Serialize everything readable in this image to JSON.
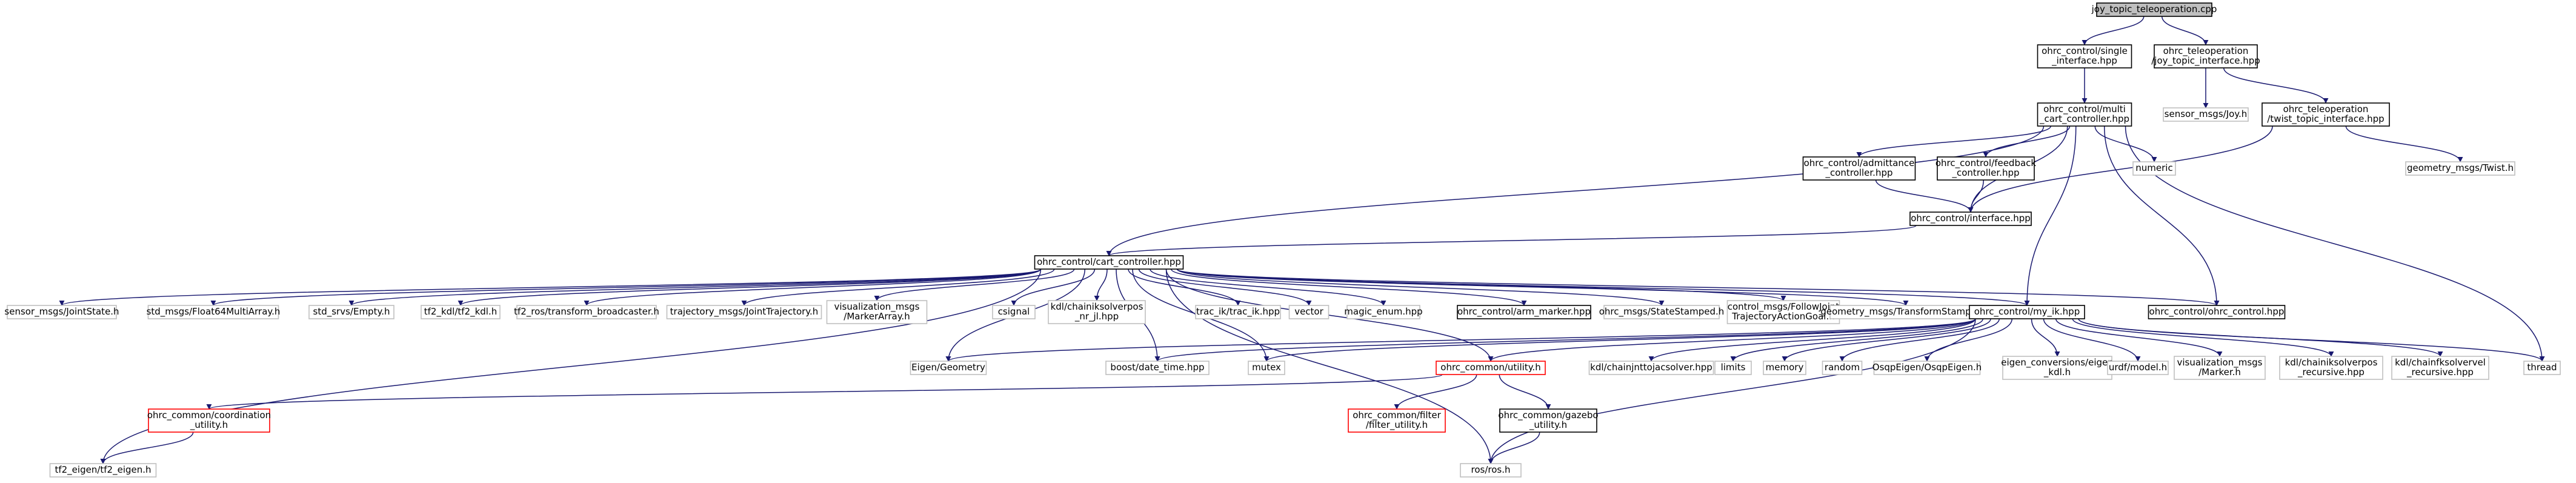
{
  "style": {
    "edge_color": "#191970",
    "root_fill": "#bfbfbf",
    "documented_border": "#000000",
    "undocumented_border": "#bfbfbf",
    "red_border": "#ff0000"
  },
  "nodes": [
    {
      "id": "root",
      "lines": [
        "joy_topic_teleoperation.cpp"
      ],
      "kind": "root"
    },
    {
      "id": "single",
      "lines": [
        "ohrc_control/single",
        "_interface.hpp"
      ],
      "kind": "doc"
    },
    {
      "id": "joyti",
      "lines": [
        "ohrc_teleoperation",
        "/joy_topic_interface.hpp"
      ],
      "kind": "doc"
    },
    {
      "id": "sensjoy",
      "lines": [
        "sensor_msgs/Joy.h"
      ],
      "kind": "ext"
    },
    {
      "id": "twistti",
      "lines": [
        "ohrc_teleoperation",
        "/twist_topic_interface.hpp"
      ],
      "kind": "doc"
    },
    {
      "id": "multi",
      "lines": [
        "ohrc_control/multi",
        "_cart_controller.hpp"
      ],
      "kind": "doc"
    },
    {
      "id": "geotwist",
      "lines": [
        "geometry_msgs/Twist.h"
      ],
      "kind": "ext"
    },
    {
      "id": "numeric",
      "lines": [
        "numeric"
      ],
      "kind": "ext"
    },
    {
      "id": "admit",
      "lines": [
        "ohrc_control/admittance",
        "_controller.hpp"
      ],
      "kind": "doc"
    },
    {
      "id": "feedb",
      "lines": [
        "ohrc_control/feedback",
        "_controller.hpp"
      ],
      "kind": "doc"
    },
    {
      "id": "iface",
      "lines": [
        "ohrc_control/interface.hpp"
      ],
      "kind": "doc"
    },
    {
      "id": "cart",
      "lines": [
        "ohrc_control/cart_controller.hpp"
      ],
      "kind": "doc"
    },
    {
      "id": "jointstate",
      "lines": [
        "sensor_msgs/JointState.h"
      ],
      "kind": "ext"
    },
    {
      "id": "f64",
      "lines": [
        "std_msgs/Float64MultiArray.h"
      ],
      "kind": "ext"
    },
    {
      "id": "empty",
      "lines": [
        "std_srvs/Empty.h"
      ],
      "kind": "ext"
    },
    {
      "id": "tf2kdl",
      "lines": [
        "tf2_kdl/tf2_kdl.h"
      ],
      "kind": "ext"
    },
    {
      "id": "tfbc",
      "lines": [
        "tf2_ros/transform_broadcaster.h"
      ],
      "kind": "ext"
    },
    {
      "id": "traj",
      "lines": [
        "trajectory_msgs/JointTrajectory.h"
      ],
      "kind": "ext"
    },
    {
      "id": "vismarkarr",
      "lines": [
        "visualization_msgs",
        "/MarkerArray.h"
      ],
      "kind": "ext"
    },
    {
      "id": "csignal",
      "lines": [
        "csignal"
      ],
      "kind": "ext"
    },
    {
      "id": "kdlnrjl",
      "lines": [
        "kdl/chainiksolverpos",
        "_nr_jl.hpp"
      ],
      "kind": "ext"
    },
    {
      "id": "tracik",
      "lines": [
        "trac_ik/trac_ik.hpp"
      ],
      "kind": "ext"
    },
    {
      "id": "vector",
      "lines": [
        "vector"
      ],
      "kind": "ext"
    },
    {
      "id": "magicenum",
      "lines": [
        "magic_enum.hpp"
      ],
      "kind": "ext"
    },
    {
      "id": "armmarker",
      "lines": [
        "ohrc_control/arm_marker.hpp"
      ],
      "kind": "doc"
    },
    {
      "id": "statestamped",
      "lines": [
        "ohrc_msgs/StateStamped.h"
      ],
      "kind": "ext"
    },
    {
      "id": "followjt",
      "lines": [
        "control_msgs/FollowJoint",
        "TrajectoryActionGoal.h"
      ],
      "kind": "ext"
    },
    {
      "id": "tfstamped",
      "lines": [
        "geometry_msgs/TransformStamped.h"
      ],
      "kind": "ext"
    },
    {
      "id": "myik",
      "lines": [
        "ohrc_control/my_ik.hpp"
      ],
      "kind": "doc"
    },
    {
      "id": "ohrcctl",
      "lines": [
        "ohrc_control/ohrc_control.hpp"
      ],
      "kind": "doc"
    },
    {
      "id": "eigengeo",
      "lines": [
        "Eigen/Geometry"
      ],
      "kind": "ext"
    },
    {
      "id": "boostdt",
      "lines": [
        "boost/date_time.hpp"
      ],
      "kind": "ext"
    },
    {
      "id": "mutex",
      "lines": [
        "mutex"
      ],
      "kind": "ext"
    },
    {
      "id": "utility",
      "lines": [
        "ohrc_common/utility.h"
      ],
      "kind": "red"
    },
    {
      "id": "kdljac",
      "lines": [
        "kdl/chainjnttojacsolver.hpp"
      ],
      "kind": "ext"
    },
    {
      "id": "limits",
      "lines": [
        "limits"
      ],
      "kind": "ext"
    },
    {
      "id": "memory",
      "lines": [
        "memory"
      ],
      "kind": "ext"
    },
    {
      "id": "random",
      "lines": [
        "random"
      ],
      "kind": "ext"
    },
    {
      "id": "osqp",
      "lines": [
        "OsqpEigen/OsqpEigen.h"
      ],
      "kind": "ext"
    },
    {
      "id": "eigenkdl",
      "lines": [
        "eigen_conversions/eigen",
        "_kdl.h"
      ],
      "kind": "ext"
    },
    {
      "id": "urdf",
      "lines": [
        "urdf/model.h"
      ],
      "kind": "ext"
    },
    {
      "id": "vismarker",
      "lines": [
        "visualization_msgs",
        "/Marker.h"
      ],
      "kind": "ext"
    },
    {
      "id": "kdlposrec",
      "lines": [
        "kdl/chainiksolverpos",
        "_recursive.hpp"
      ],
      "kind": "ext"
    },
    {
      "id": "kdlvelrec",
      "lines": [
        "kdl/chainfksolvervel",
        "_recursive.hpp"
      ],
      "kind": "ext"
    },
    {
      "id": "thread",
      "lines": [
        "thread"
      ],
      "kind": "ext"
    },
    {
      "id": "coord",
      "lines": [
        "ohrc_common/coordination",
        "_utility.h"
      ],
      "kind": "red"
    },
    {
      "id": "filter",
      "lines": [
        "ohrc_common/filter",
        "/filter_utility.h"
      ],
      "kind": "red"
    },
    {
      "id": "gazebo",
      "lines": [
        "ohrc_common/gazebo",
        "_utility.h"
      ],
      "kind": "doc"
    },
    {
      "id": "tf2eigen",
      "lines": [
        "tf2_eigen/tf2_eigen.h"
      ],
      "kind": "ext"
    },
    {
      "id": "rosros",
      "lines": [
        "ros/ros.h"
      ],
      "kind": "ext"
    }
  ],
  "edges": [
    [
      "root",
      "single"
    ],
    [
      "root",
      "joyti"
    ],
    [
      "single",
      "multi"
    ],
    [
      "joyti",
      "sensjoy"
    ],
    [
      "joyti",
      "twistti"
    ],
    [
      "twistti",
      "geotwist"
    ],
    [
      "twistti",
      "iface"
    ],
    [
      "multi",
      "numeric"
    ],
    [
      "multi",
      "admit"
    ],
    [
      "multi",
      "feedb"
    ],
    [
      "multi",
      "iface"
    ],
    [
      "multi",
      "cart"
    ],
    [
      "multi",
      "myik"
    ],
    [
      "multi",
      "ohrcctl"
    ],
    [
      "multi",
      "thread"
    ],
    [
      "admit",
      "iface"
    ],
    [
      "feedb",
      "iface"
    ],
    [
      "iface",
      "cart"
    ],
    [
      "cart",
      "jointstate"
    ],
    [
      "cart",
      "f64"
    ],
    [
      "cart",
      "empty"
    ],
    [
      "cart",
      "tf2kdl"
    ],
    [
      "cart",
      "tfbc"
    ],
    [
      "cart",
      "traj"
    ],
    [
      "cart",
      "vismarkarr"
    ],
    [
      "cart",
      "csignal"
    ],
    [
      "cart",
      "kdlnrjl"
    ],
    [
      "cart",
      "tracik"
    ],
    [
      "cart",
      "vector"
    ],
    [
      "cart",
      "magicenum"
    ],
    [
      "cart",
      "armmarker"
    ],
    [
      "cart",
      "statestamped"
    ],
    [
      "cart",
      "followjt"
    ],
    [
      "cart",
      "tfstamped"
    ],
    [
      "cart",
      "myik"
    ],
    [
      "cart",
      "ohrcctl"
    ],
    [
      "cart",
      "eigengeo"
    ],
    [
      "cart",
      "boostdt"
    ],
    [
      "cart",
      "mutex"
    ],
    [
      "cart",
      "utility"
    ],
    [
      "cart",
      "tf2eigen"
    ],
    [
      "cart",
      "rosros"
    ],
    [
      "myik",
      "eigengeo"
    ],
    [
      "myik",
      "boostdt"
    ],
    [
      "myik",
      "mutex"
    ],
    [
      "myik",
      "utility"
    ],
    [
      "myik",
      "kdljac"
    ],
    [
      "myik",
      "limits"
    ],
    [
      "myik",
      "memory"
    ],
    [
      "myik",
      "random"
    ],
    [
      "myik",
      "osqp"
    ],
    [
      "myik",
      "eigenkdl"
    ],
    [
      "myik",
      "urdf"
    ],
    [
      "myik",
      "vismarker"
    ],
    [
      "myik",
      "kdlposrec"
    ],
    [
      "myik",
      "kdlvelrec"
    ],
    [
      "myik",
      "thread"
    ],
    [
      "myik",
      "rosros"
    ],
    [
      "utility",
      "coord"
    ],
    [
      "utility",
      "filter"
    ],
    [
      "utility",
      "gazebo"
    ],
    [
      "coord",
      "tf2eigen"
    ],
    [
      "gazebo",
      "rosros"
    ]
  ]
}
